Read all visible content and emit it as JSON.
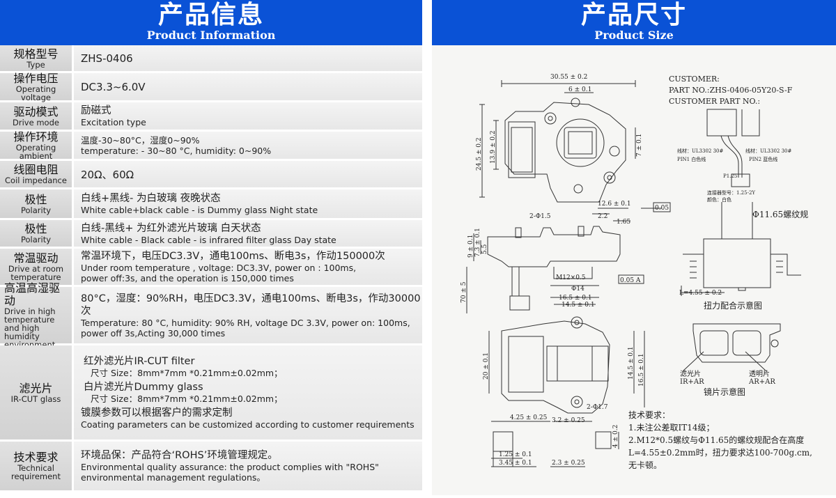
{
  "left_header": {
    "cn": "产品信息",
    "en": "Product Information"
  },
  "right_header": {
    "cn": "产品尺寸",
    "en": "Product Size"
  },
  "specs": [
    {
      "cn": "规格型号",
      "en": "Type",
      "lines": [
        "ZHS-0406"
      ]
    },
    {
      "cn": "操作电压",
      "en": "Operating voltage",
      "lines": [
        "DC3.3~6.0V"
      ]
    },
    {
      "cn": "驱动模式",
      "en": "Drive mode",
      "lines": [
        "励磁式",
        "Excitation type"
      ]
    },
    {
      "cn": "操作环境",
      "en": "Operating ambient",
      "lines": [
        "温度-30~80°C，湿度0~90%",
        "temperature: - 30~80 °C, humidity: 0~90%"
      ]
    },
    {
      "cn": "线圈电阻",
      "en": "Coil impedance",
      "lines": [
        "20Ω、60Ω"
      ]
    },
    {
      "cn": "极性",
      "en": "Polarity",
      "lines": [
        "白线+黑线- 为白玻璃 夜晚状态",
        "White cable+black cable - is Dummy glass   Night state"
      ]
    },
    {
      "cn": "极性",
      "en": "Polarity",
      "lines": [
        "白线-黑线+ 为红外滤光片玻璃 白天状态",
        "White cable - Black cable - is infrared filter glass Day state"
      ]
    },
    {
      "cn": "常温驱动",
      "en": "Drive at room temperature",
      "lines": [
        "常温环境下，电压DC3.3V，通电100ms、断电3s，作动150000次",
        "Under room temperature , voltage: DC3.3V, power on : 100ms,",
        "power off:3s, and the operation is 150,000 times"
      ]
    },
    {
      "cn": "高温高湿驱动",
      "en": "Drive in high temperature and high humidity environment",
      "lines": [
        "80°C，湿度：90%RH，电压DC3.3V，通电100ms、断电3s，作动30000次",
        "Temperature: 80 °C, humidity: 90% RH, voltage DC 3.3V,   power on: 100ms,",
        "power off 3s,Acting 30,000 times"
      ]
    },
    {
      "cn": "滤光片",
      "en": "IR-CUT glass",
      "lines": [
        "红外滤光片IR-CUT filter",
        "尺寸 Size：8mm*7mm *0.21mm±0.02mm；",
        "白片滤光片Dummy glass",
        "尺寸 Size：8mm*7mm *0.21mm±0.02mm；",
        "镀膜参数可以根据客户的需求定制",
        "Coating parameters can be customized according to customer requirements"
      ]
    },
    {
      "cn": "技术要求",
      "en": "Technical requirement",
      "lines": [
        "环境品保：产品符合‘ROHS’环境管理规定。",
        "Environmental quality assurance: the product complies with \"ROHS\"",
        "environmental management regulations。"
      ]
    }
  ],
  "drawing": {
    "customer_label": "CUSTOMER:",
    "part_no": "PART NO.:ZHS-0406-05Y20-S-F",
    "customer_part_no": "CUSTOMER PART NO.:",
    "dims": [
      "30.55 ± 0.2",
      "6 ± 0.1",
      "24.5 ± 0.2",
      "13.9 ± 0.2",
      "7 ± 0.1",
      "12.6 ± 0.1",
      "2.2",
      "1.65",
      "0.05",
      "2-Φ1.5",
      "M12×0.5",
      "Φ14",
      "0.05 A",
      "9 ± 0.1",
      "7.3 ± 0.1",
      "5.5",
      "70 ± 5",
      "16.5 ± 0.1",
      "14.5 ± 0.1",
      "20 ± 0.1",
      "14.5 ± 0.1",
      "16.5 ± 0.1",
      "2-Φ1.7",
      "4.25 ± 0.25",
      "3.2 ± 0.25",
      "4 ± 0.2",
      "1.25 ± 0.1",
      "3.45 ± 0.1",
      "2.3 ± 0.25",
      "P1.25",
      "L=4.55 ± 0.2"
    ],
    "wire_left": "线材：UL3302 30#",
    "wire_right": "线材：UL3302 30#",
    "pin1": "PIN1 白色线",
    "pin2": "PIN2 蓝色线",
    "connector_model": "连接器型号：1.25-2Y",
    "connector_color": "颜色：白色",
    "thread_label": "Φ11.65螺纹规",
    "torque_caption": "扭力配合示意图",
    "filter_label": "滤光片",
    "filter_coat": "IR+AR",
    "clear_label": "透明片",
    "clear_coat": "AR+AR",
    "lens_caption": "镜片示意图",
    "tech_title": "技术要求：",
    "tech_lines": [
      "1.未注公差取IT14级；",
      "2.M12*0.5螺纹与Φ11.65的螺纹规配合在高度",
      "L=4.55±0.2mm时，扭力要求达100-700g.cm,",
      "无卡顿。"
    ]
  }
}
